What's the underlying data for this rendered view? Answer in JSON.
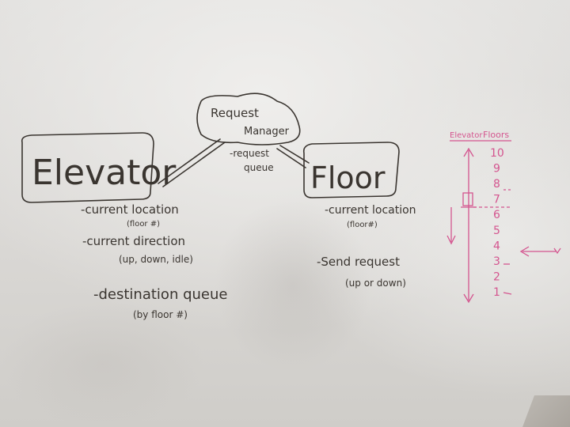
{
  "whiteboard": {
    "elevator_box": "Elevator",
    "request_manager_box": [
      "Request",
      "Manager"
    ],
    "request_manager_note": [
      "-request",
      "queue"
    ],
    "floor_box": "Floor",
    "elevator_notes": {
      "current_location": "-current location",
      "current_location_sub": "(floor #)",
      "current_direction": "-current direction",
      "current_direction_sub": "(up, down, idle)",
      "destination_queue": "-destination queue",
      "destination_queue_sub": "(by floor #)"
    },
    "floor_notes": {
      "current_location": "-current location",
      "current_location_sub": "(floor#)",
      "send_request": "-Send request",
      "send_request_sub": "(up or down)"
    },
    "side_diagram": {
      "label_elevator": "Elevator",
      "label_floors": "Floors",
      "floors": [
        "10",
        "9",
        "8",
        "7",
        "6",
        "5",
        "4",
        "3",
        "2",
        "1"
      ]
    }
  }
}
